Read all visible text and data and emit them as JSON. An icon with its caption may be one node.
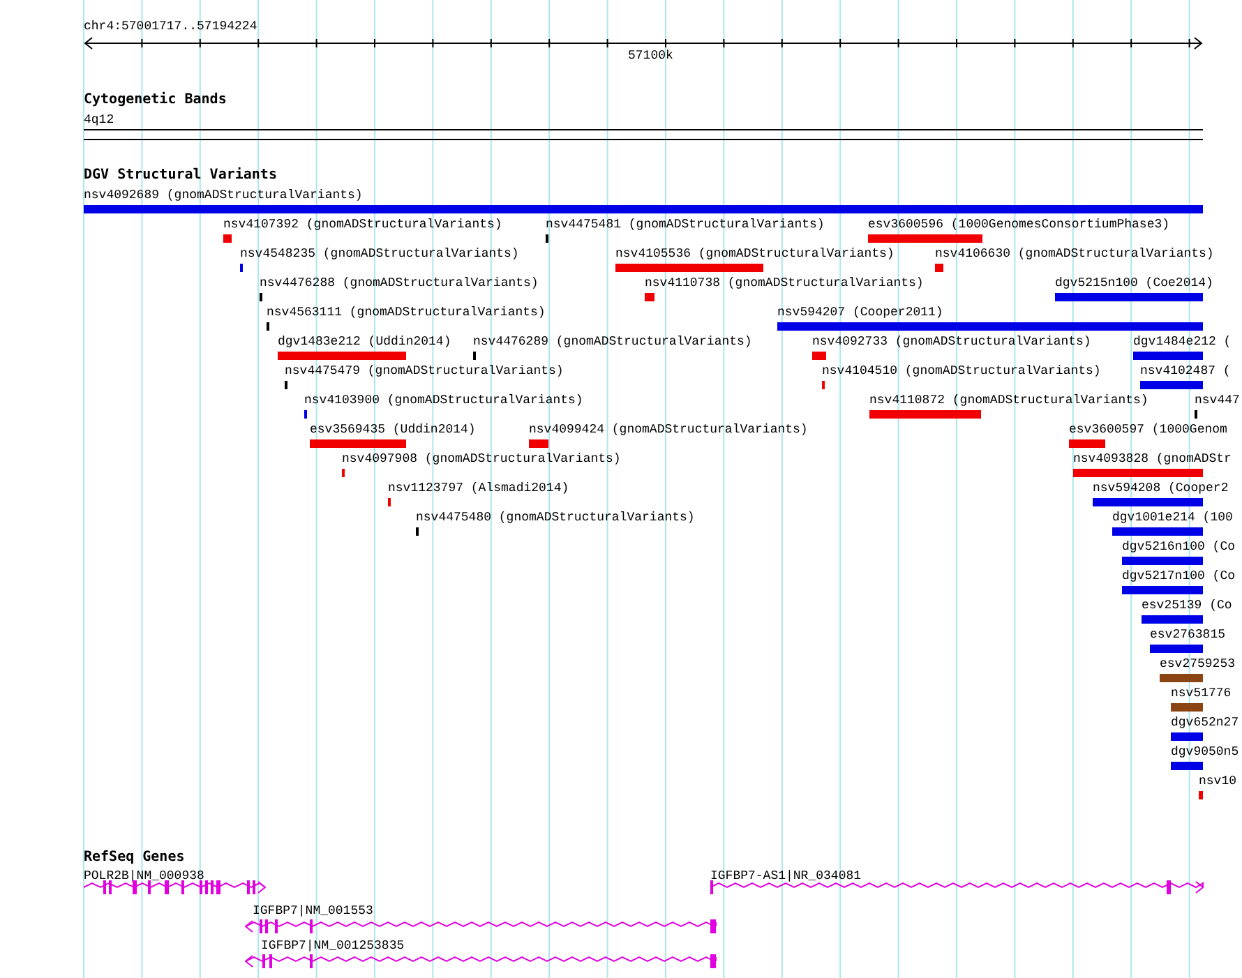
{
  "diagram": {
    "nodes": [
      {
        "text": [
          "nsv4092689 (gnomADStructuralVariants)"
        ]
      },
      {
        "text": [
          "nsv4107392 (gnomADStructuralVariants)"
        ]
      },
      {
        "text": [
          "nsv4475481 (gnomADStructuralVariants)"
        ]
      },
      {
        "text": [
          "esv3600596 (1000GenomesConsortiumPhase3)"
        ]
      },
      {
        "text": [
          "nsv4548235 (gnomADStructuralVariants)"
        ]
      },
      {
        "text": [
          "nsv4105536 (gnomADStructuralVariants)"
        ]
      },
      {
        "text": [
          "nsv4106630 (gnomADStructuralVariants)"
        ]
      },
      {
        "text": [
          "nsv4476288 (gnomADStructuralVariants)"
        ]
      },
      {
        "text": [
          "nsv4110738 (gnomADStructuralVariants)"
        ]
      },
      {
        "text": [
          "dgv5215n100 (Coe2014)"
        ]
      },
      {
        "text": [
          "nsv4563111 (gnomADStructuralVariants)"
        ]
      },
      {
        "text": [
          "nsv594207 (Cooper2011)"
        ]
      },
      {
        "text": [
          "dgv1483e212 (Uddin2014)"
        ]
      },
      {
        "text": [
          "nsv4476289 (gnomADStructuralVariants)"
        ]
      },
      {
        "text": [
          "nsv4092733 (gnomADStructuralVariants)"
        ]
      },
      {
        "text": [
          "dgv1484e212 ("
        ]
      },
      {
        "text": [
          "nsv4475479 (gnomADStructuralVariants)"
        ]
      },
      {
        "text": [
          "nsv4104510 (gnomADStructuralVariants)"
        ]
      },
      {
        "text": [
          "nsv4102487 ("
        ]
      },
      {
        "text": [
          "nsv4103900 (gnomADStructuralVariants)"
        ]
      },
      {
        "text": [
          "nsv4110872 (gnomADStructuralVariants)"
        ]
      },
      {
        "text": [
          "nsv447"
        ]
      },
      {
        "text": [
          "esv3569435 (Uddin2014)"
        ]
      },
      {
        "text": [
          "nsv4099424 (gnomADStructuralVariants)"
        ]
      },
      {
        "text": [
          "esv3600597 (1000Genom"
        ]
      },
      {
        "text": [
          "nsv4097908 (gnomADStructuralVariants)"
        ]
      },
      {
        "text": [
          "nsv4093828 (gnomADStr"
        ]
      },
      {
        "text": [
          "nsv1123797 (Alsmadi2014)"
        ]
      },
      {
        "text": [
          "nsv594208 (Cooper2"
        ]
      },
      {
        "text": [
          "nsv4475480 (gnomADStructuralVariants)"
        ]
      },
      {
        "text": [
          "dgv1001e214 (100"
        ]
      },
      {
        "text": [
          "dgv5216n100 (Co"
        ]
      },
      {
        "text": [
          "dgv5217n100 (Co"
        ]
      },
      {
        "text": [
          "esv25139 (Co"
        ]
      },
      {
        "text": [
          "esv2763815"
        ]
      },
      {
        "text": [
          "esv2759253"
        ]
      },
      {
        "text": [
          "nsv51776"
        ]
      },
      {
        "text": [
          "dgv652n27"
        ]
      },
      {
        "text": [
          "dgv9050n5"
        ]
      },
      {
        "text": [
          "nsv10"
        ]
      },
      {
        "text": [
          "POLR2B|NM_000938"
        ]
      },
      {
        "text": [
          "IGFBP7-AS1|NR_034081"
        ]
      },
      {
        "text": [
          "IGFBP7|NM_001553"
        ]
      },
      {
        "text": [
          "IGFBP7|NM_001253835"
        ]
      }
    ],
    "edges": [],
    "labels": [
      "chr4:57001717..57194224",
      "57100k",
      "Cytogenetic Bands",
      "4q12",
      "DGV Structural Variants",
      "RefSeq Genes"
    ]
  }
}
